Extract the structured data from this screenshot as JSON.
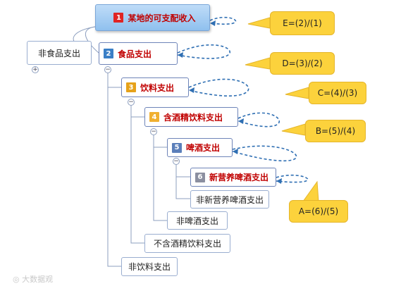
{
  "nodes": {
    "root": {
      "num": "1",
      "label": "某地的可支配收入"
    },
    "non_food": {
      "label": "非食品支出"
    },
    "food": {
      "num": "2",
      "label": "食品支出"
    },
    "drinks": {
      "num": "3",
      "label": "饮料支出"
    },
    "alcohol": {
      "num": "4",
      "label": "含酒精饮料支出"
    },
    "beer": {
      "num": "5",
      "label": "啤酒支出"
    },
    "new_beer": {
      "num": "6",
      "label": "新营养啤酒支出"
    },
    "non_new_beer": {
      "label": "非新营养啤酒支出"
    },
    "non_beer": {
      "label": "非啤酒支出"
    },
    "non_alcohol": {
      "label": "不含酒精饮料支出"
    },
    "non_drinks": {
      "label": "非饮料支出"
    }
  },
  "callouts": {
    "e": "E=(2)/(1)",
    "d": "D=(3)/(2)",
    "c": "C=(4)/(3)",
    "b": "B=(5)/(4)",
    "a": "A=(6)/(5)"
  },
  "toggles": {
    "expand": "+",
    "collapse": "−"
  },
  "watermark": "大数据观",
  "colors": {
    "badge_1": "#e02424",
    "badge_2": "#3a7fc6",
    "badge_3": "#e6a21a",
    "badge_4": "#f0b030",
    "badge_5": "#5b7fba",
    "badge_6": "#8b8fa0",
    "node_text_highlight": "#c00000",
    "connector_dashed": "#2f6fb3",
    "callout_fill": "#fcd23c"
  }
}
